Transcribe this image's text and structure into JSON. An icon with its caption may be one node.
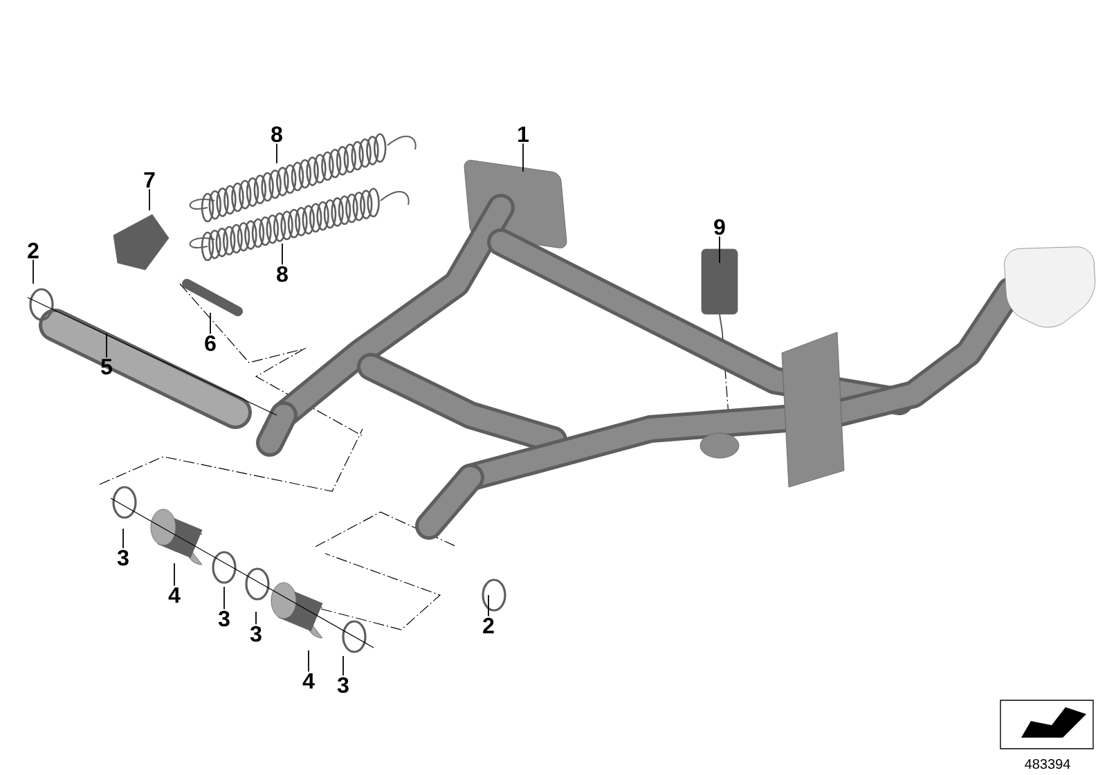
{
  "diagram": {
    "nodes": [
      {
        "text": [
          "1"
        ]
      },
      {
        "text": [
          "8"
        ]
      },
      {
        "text": [
          "7"
        ]
      },
      {
        "text": [
          "2"
        ]
      },
      {
        "text": [
          "8"
        ]
      },
      {
        "text": [
          "9"
        ]
      },
      {
        "text": [
          "6"
        ]
      },
      {
        "text": [
          "5"
        ]
      },
      {
        "text": [
          "3"
        ]
      },
      {
        "text": [
          "4"
        ]
      },
      {
        "text": [
          "3"
        ]
      },
      {
        "text": [
          "3"
        ]
      },
      {
        "text": [
          "4"
        ]
      },
      {
        "text": [
          "3"
        ]
      },
      {
        "text": [
          "2"
        ]
      }
    ],
    "edges": [
      {
        "from": 0,
        "to": null,
        "arrow": "none"
      },
      {
        "from": 1,
        "to": null,
        "arrow": "none"
      },
      {
        "from": 2,
        "to": null,
        "arrow": "none"
      },
      {
        "from": 3,
        "to": null,
        "arrow": "none"
      },
      {
        "from": 4,
        "to": null,
        "arrow": "none"
      },
      {
        "from": 5,
        "to": null,
        "arrow": "none"
      },
      {
        "from": 6,
        "to": null,
        "arrow": "none"
      },
      {
        "from": 7,
        "to": null,
        "arrow": "none"
      },
      {
        "from": 8,
        "to": null,
        "arrow": "none"
      },
      {
        "from": 9,
        "to": null,
        "arrow": "none"
      },
      {
        "from": 10,
        "to": null,
        "arrow": "none"
      },
      {
        "from": 11,
        "to": null,
        "arrow": "none"
      },
      {
        "from": 12,
        "to": null,
        "arrow": "none"
      },
      {
        "from": 13,
        "to": null,
        "arrow": "none"
      },
      {
        "from": 14,
        "to": null,
        "arrow": "none"
      }
    ],
    "labels": [
      "483394"
    ]
  }
}
